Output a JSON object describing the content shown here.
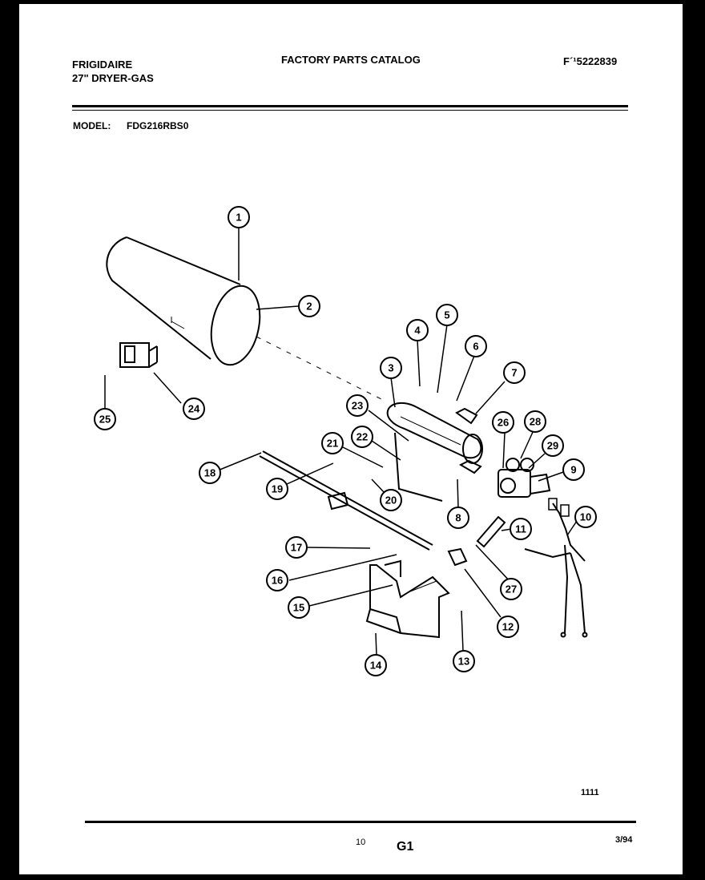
{
  "header": {
    "brand": "FRIGIDAIRE",
    "product": "27\" DRYER-GAS",
    "catalog_title": "FACTORY PARTS CATALOG",
    "catalog_number": "F´¹5222839",
    "model_label": "MODEL:",
    "model_value": "FDG216RBS0"
  },
  "footer": {
    "code": "1111",
    "page": "10",
    "section": "G1",
    "date": "3/94"
  },
  "callouts": [
    "1",
    "2",
    "3",
    "4",
    "5",
    "6",
    "7",
    "8",
    "9",
    "10",
    "11",
    "12",
    "13",
    "14",
    "15",
    "16",
    "17",
    "18",
    "19",
    "20",
    "21",
    "22",
    "23",
    "24",
    "25",
    "26",
    "27",
    "28",
    "29"
  ]
}
